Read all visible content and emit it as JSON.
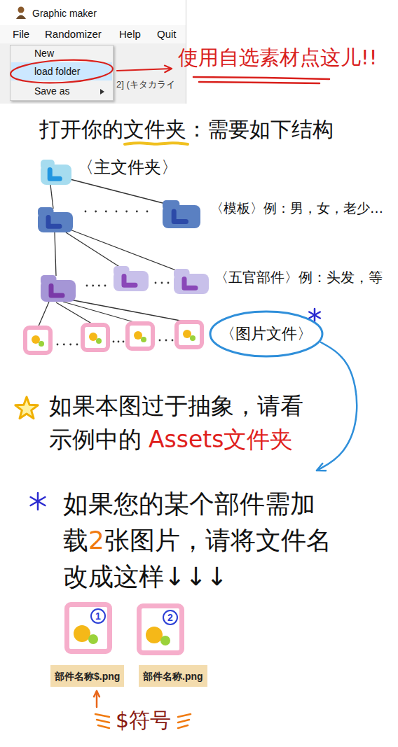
{
  "diagram": {
    "nodes": [
      {
        "text": [
          "Graphic maker",
          "File",
          "Randomizer",
          "Help",
          "Quit"
        ]
      },
      {
        "text": [
          "New",
          "load folder",
          "Save as"
        ],
        "in": 0
      },
      {
        "text": [
          "〈图片文件〉"
        ]
      },
      {
        "text": [
          "1"
        ]
      },
      {
        "text": [
          "2"
        ]
      },
      {
        "text": [
          "部件名称$.png"
        ]
      },
      {
        "text": [
          "部件名称.png"
        ]
      }
    ],
    "labels": [
      "使用自选素材点这儿!!",
      "2] (キタカライ",
      "打开你的文件夹：需要如下结构",
      "〈主文件夹〉",
      "〈模板〉例：男，女，老少…",
      "〈五官部件〉例：头发，等",
      "如果本图过于抽象，请看示例中的",
      "Assets文件夹",
      "如果您的某个部件需加载",
      "2",
      "张图片，请将文件名改成这样↓↓↓",
      "$符号"
    ]
  }
}
